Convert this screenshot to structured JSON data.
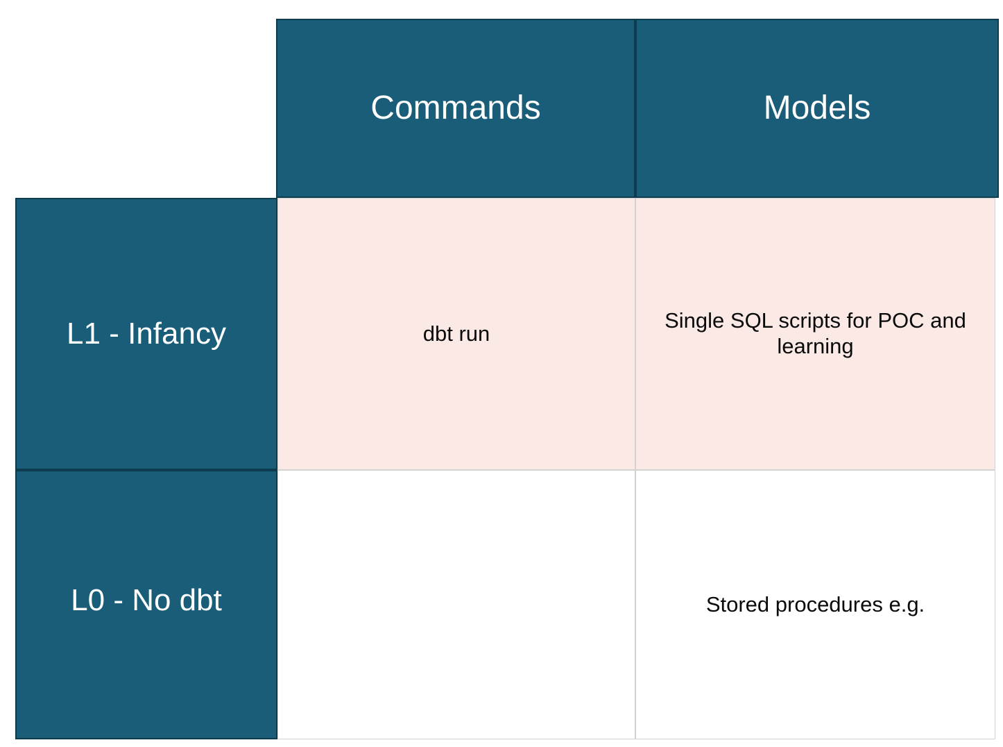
{
  "table": {
    "corner_label": "",
    "columns": [
      {
        "id": "commands",
        "label": "Commands"
      },
      {
        "id": "models",
        "label": "Models"
      }
    ],
    "rows": [
      {
        "id": "l1",
        "label": "L1 - Infancy",
        "fill": "pink",
        "cells": {
          "commands": "dbt run",
          "models": "Single SQL scripts for POC and learning"
        }
      },
      {
        "id": "l0",
        "label": "L0 - No dbt",
        "fill": "white",
        "cells": {
          "commands": "",
          "models": "Stored procedures e.g."
        }
      }
    ]
  },
  "colors": {
    "header_fill": "#195d78",
    "header_border": "#0d3c4e",
    "header_text": "#ffffff",
    "row_l1_fill": "#fbe9e5",
    "row_l0_fill": "#ffffff",
    "grid_line": "#d2d2d2",
    "body_text": "#0a0a0a",
    "page_background": "#ffffff"
  }
}
